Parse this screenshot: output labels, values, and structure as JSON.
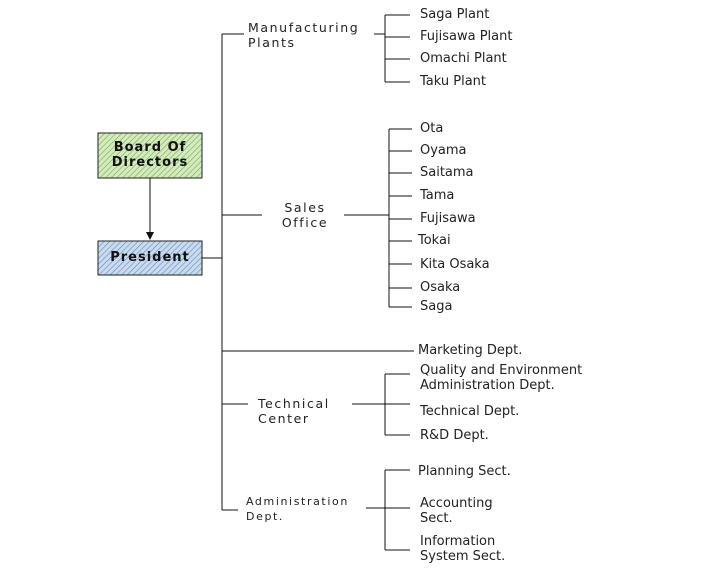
{
  "top": {
    "board": [
      "Board Of",
      "Directors"
    ],
    "president": "President"
  },
  "divisions": {
    "manufacturing": {
      "label": [
        "Manufacturing",
        "Plants"
      ],
      "items": [
        "Saga Plant",
        "Fujisawa Plant",
        "Omachi Plant",
        "Taku Plant"
      ]
    },
    "sales": {
      "label": [
        "Sales",
        "Office"
      ],
      "items": [
        "Ota",
        "Oyama",
        "Saitama",
        "Tama",
        "Fujisawa",
        "Tokai",
        "Kita Osaka",
        "Osaka",
        "Saga"
      ]
    },
    "marketing": {
      "label": "Marketing Dept."
    },
    "technical": {
      "label": [
        "Technical",
        "Center"
      ],
      "items": [
        [
          "Quality and Environment",
          "Administration Dept."
        ],
        [
          "Technical Dept."
        ],
        [
          "R&D Dept."
        ]
      ]
    },
    "administration": {
      "label": [
        "Administration",
        "Dept."
      ],
      "items": [
        [
          "Planning Sect."
        ],
        [
          "Accounting",
          "Sect."
        ],
        [
          "Information",
          "System Sect."
        ]
      ]
    }
  },
  "colors": {
    "board_fill": "#cfe8b4",
    "board_hatch": "#6f9f4a",
    "president_fill": "#c4d7ec",
    "president_hatch": "#5a7fb0",
    "line": "#111111"
  }
}
